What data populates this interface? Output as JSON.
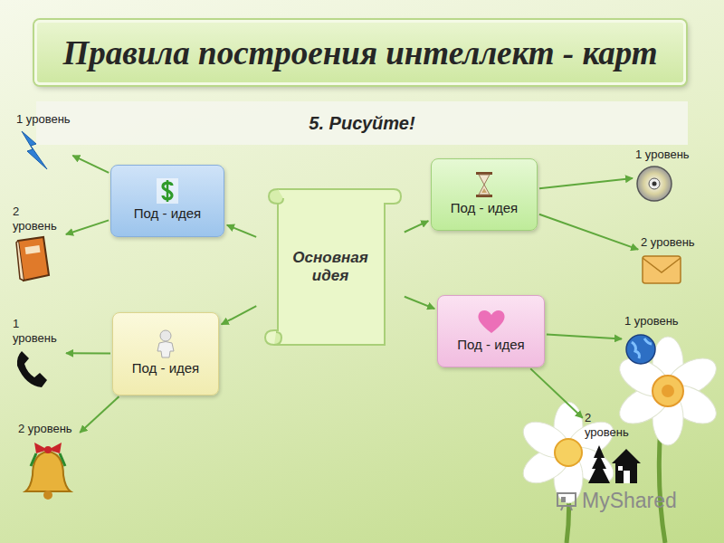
{
  "diagram": {
    "title": "Правила построения интеллект - карт",
    "nodes": [
      {
        "text": [
          "5. Рисуйте!"
        ]
      },
      {
        "text": [
          "Основная идея"
        ]
      },
      {
        "text": [
          "Под - идея"
        ]
      },
      {
        "text": [
          "Под - идея"
        ]
      },
      {
        "text": [
          "Под - идея"
        ]
      },
      {
        "text": [
          "Под - идея"
        ]
      },
      {
        "text": [
          "1 уровень"
        ]
      },
      {
        "text": [
          "2 уровень"
        ]
      },
      {
        "text": [
          "1 уровень"
        ]
      },
      {
        "text": [
          "2 уровень"
        ]
      },
      {
        "text": [
          "1 уровень"
        ]
      },
      {
        "text": [
          "2 уровень"
        ]
      },
      {
        "text": [
          "1 уровень"
        ]
      },
      {
        "text": [
          "2 уровень"
        ]
      }
    ],
    "edges": [
      {
        "from": 1,
        "to": 2,
        "arrow": "to"
      },
      {
        "from": 1,
        "to": 3,
        "arrow": "to"
      },
      {
        "from": 1,
        "to": 4,
        "arrow": "to"
      },
      {
        "from": 1,
        "to": 5,
        "arrow": "to"
      },
      {
        "from": 2,
        "to": 6,
        "arrow": "to"
      },
      {
        "from": 2,
        "to": 7,
        "arrow": "to"
      },
      {
        "from": 4,
        "to": 8,
        "arrow": "to"
      },
      {
        "from": 4,
        "to": 9,
        "arrow": "to"
      },
      {
        "from": 3,
        "to": 10,
        "arrow": "to"
      },
      {
        "from": 3,
        "to": 11,
        "arrow": "to"
      },
      {
        "from": 5,
        "to": 12,
        "arrow": "to"
      },
      {
        "from": 5,
        "to": 13,
        "arrow": "to"
      }
    ],
    "labels": [
      "MyShared"
    ]
  }
}
